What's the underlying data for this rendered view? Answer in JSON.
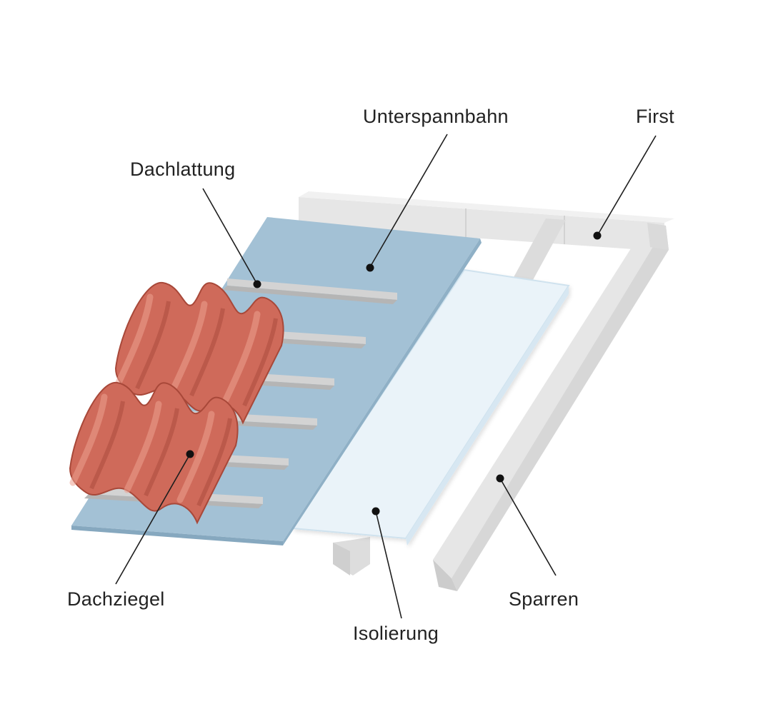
{
  "labels": {
    "unterspannbahn": "Unterspannbahn",
    "first": "First",
    "dachlattung": "Dachlattung",
    "dachziegel": "Dachziegel",
    "isolierung": "Isolierung",
    "sparren": "Sparren"
  },
  "colors": {
    "frame": "#e3e3e3",
    "frame_side": "#cdcdcd",
    "membrane": "#a3c1d5",
    "membrane_edge": "#87a9c0",
    "insulation": "#eaf3f9",
    "insulation_edge": "#cde0ec",
    "batten": "#cfcfcf",
    "tile": "#cf6a5a",
    "tile_dark": "#a84839",
    "tile_light": "#e89a8c"
  }
}
